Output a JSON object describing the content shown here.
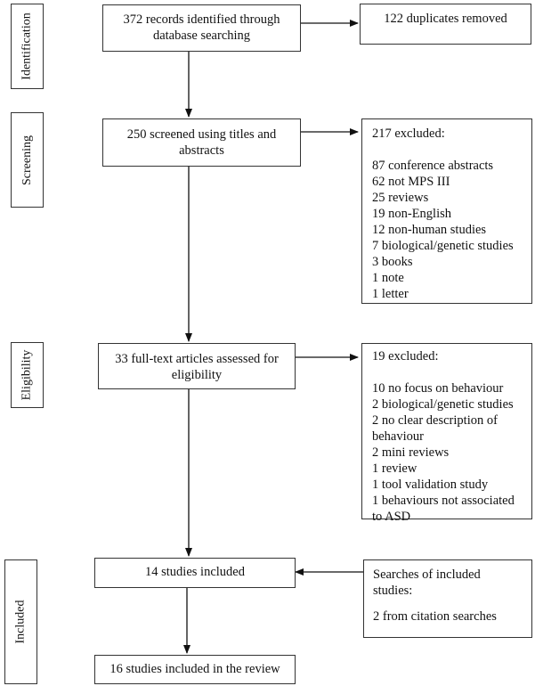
{
  "stages": {
    "identification": "Identification",
    "screening": "Screening",
    "eligibility": "Eligibility",
    "included": "Included"
  },
  "boxes": {
    "identified": "372 records identified through database searching",
    "duplicates": "122 duplicates removed",
    "screened": "250 screened using titles and abstracts",
    "excluded_screening": {
      "heading": "217 excluded:",
      "items": [
        "87 conference abstracts",
        "62 not MPS III",
        "25 reviews",
        "19 non-English",
        "12 non-human studies",
        "7 biological/genetic studies",
        "3 books",
        "1 note",
        "1 letter"
      ]
    },
    "fulltext": "33 full-text articles assessed for eligibility",
    "excluded_eligibility": {
      "heading": "19 excluded:",
      "items": [
        "10 no focus on behaviour",
        "2 biological/genetic studies",
        "2 no clear description of",
        "behaviour",
        "2 mini reviews",
        "1 review",
        "1 tool validation study",
        "1 behaviours not associated",
        "to ASD"
      ]
    },
    "included_studies": "14 studies included",
    "searches": {
      "heading_line1": "Searches of included",
      "heading_line2": "studies:",
      "detail": "2 from citation searches"
    },
    "final": "16 studies included in the review"
  }
}
